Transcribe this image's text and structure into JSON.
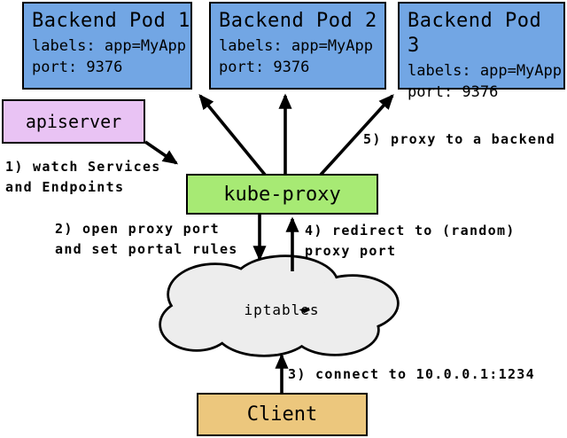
{
  "diagram": {
    "pods": [
      {
        "title": "Backend Pod 1",
        "line1": "labels: app=MyApp",
        "line2": "port: 9376"
      },
      {
        "title": "Backend Pod 2",
        "line1": "labels: app=MyApp",
        "line2": "port: 9376"
      },
      {
        "title": "Backend Pod 3",
        "line1": "labels: app=MyApp",
        "line2": "port: 9376"
      }
    ],
    "apiserver_label": "apiserver",
    "kube_proxy_label": "kube-proxy",
    "iptables_label": "iptables",
    "client_label": "Client",
    "steps": {
      "step1": "1) watch Services\nand Endpoints",
      "step2": "2) open proxy port\nand set portal rules",
      "step3": "3) connect to 10.0.0.1:1234",
      "step4": "4) redirect to (random)\nproxy port",
      "step5": "5) proxy to a backend"
    },
    "colors": {
      "pod_fill": "#72a6e4",
      "apiserver_fill": "#e9c3f4",
      "kube_proxy_fill": "#a7ea74",
      "client_fill": "#ecc77d",
      "cloud_fill": "#ededed"
    }
  }
}
